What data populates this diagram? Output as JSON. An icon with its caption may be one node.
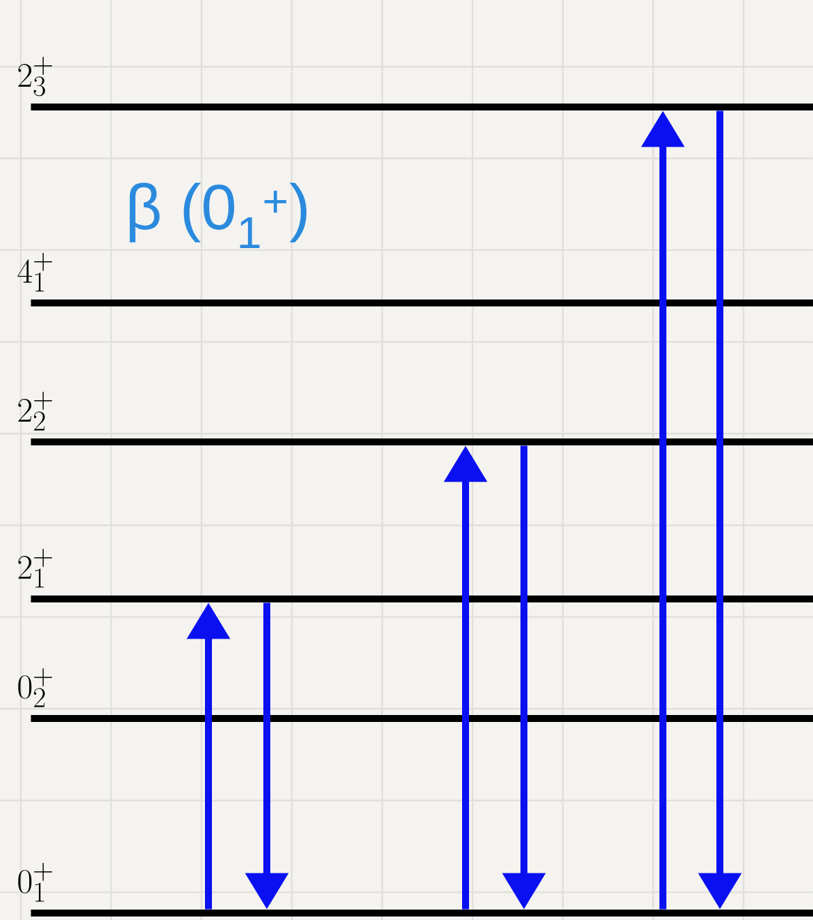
{
  "diagram": {
    "title": "β (0$_{1}$$^{+}$)",
    "nodes": [
      {
        "text": [
          "2_{3}^{+}"
        ]
      },
      {
        "text": [
          "4_{1}^{+}"
        ]
      },
      {
        "text": [
          "2_{2}^{+}"
        ]
      },
      {
        "text": [
          "2_{1}^{+}"
        ]
      },
      {
        "text": [
          "0_{2}^{+}"
        ]
      },
      {
        "text": [
          "0_{1}^{+}"
        ]
      }
    ],
    "edges": [
      {
        "from": 5,
        "to": 3,
        "arrow": "to"
      },
      {
        "from": 3,
        "to": 5,
        "arrow": "to"
      },
      {
        "from": 5,
        "to": 2,
        "arrow": "to"
      },
      {
        "from": 2,
        "to": 5,
        "arrow": "to"
      },
      {
        "from": 5,
        "to": 0,
        "arrow": "to"
      },
      {
        "from": 0,
        "to": 5,
        "arrow": "to"
      }
    ]
  }
}
